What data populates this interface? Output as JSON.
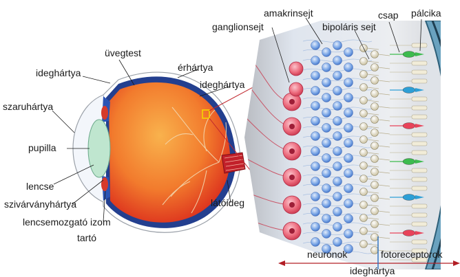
{
  "eye_labels": {
    "vitreous": "üvegtest",
    "retina_top": "ideghártya",
    "choroid": "érhártya",
    "retina_right": "ideghártya",
    "cornea": "szaruhártya",
    "pupil": "pupilla",
    "lens": "lencse",
    "iris": "szivárványhártya",
    "ciliary_line1": "lencsemozgató izom",
    "ciliary_line2": "tartó",
    "optic_nerve": "látóideg"
  },
  "retina_labels": {
    "amacrine": "amakrinsejt",
    "ganglion": "ganglionsejt",
    "bipolar": "bipoláris sejt",
    "cone": "csap",
    "rod": "pálcika"
  },
  "axis": {
    "left": "neuronok",
    "right": "fotoreceptorok",
    "bottom": "ideghártya"
  },
  "colors": {
    "sclera": "#ffffff",
    "choroid": "#233f8f",
    "vitreous_center": "#f7a646",
    "vitreous_edge": "#e6321f",
    "lens": "#bfe6cf",
    "ganglion": "#ea5a6e",
    "amacrine": "#6b9be0",
    "bipolar": "#dcd4b8",
    "cone_green": "#3dbb4e",
    "cone_blue": "#2d9fd6",
    "cone_red": "#e8435a",
    "rod": "#f1ecd8",
    "arrow": "#b21e25"
  }
}
